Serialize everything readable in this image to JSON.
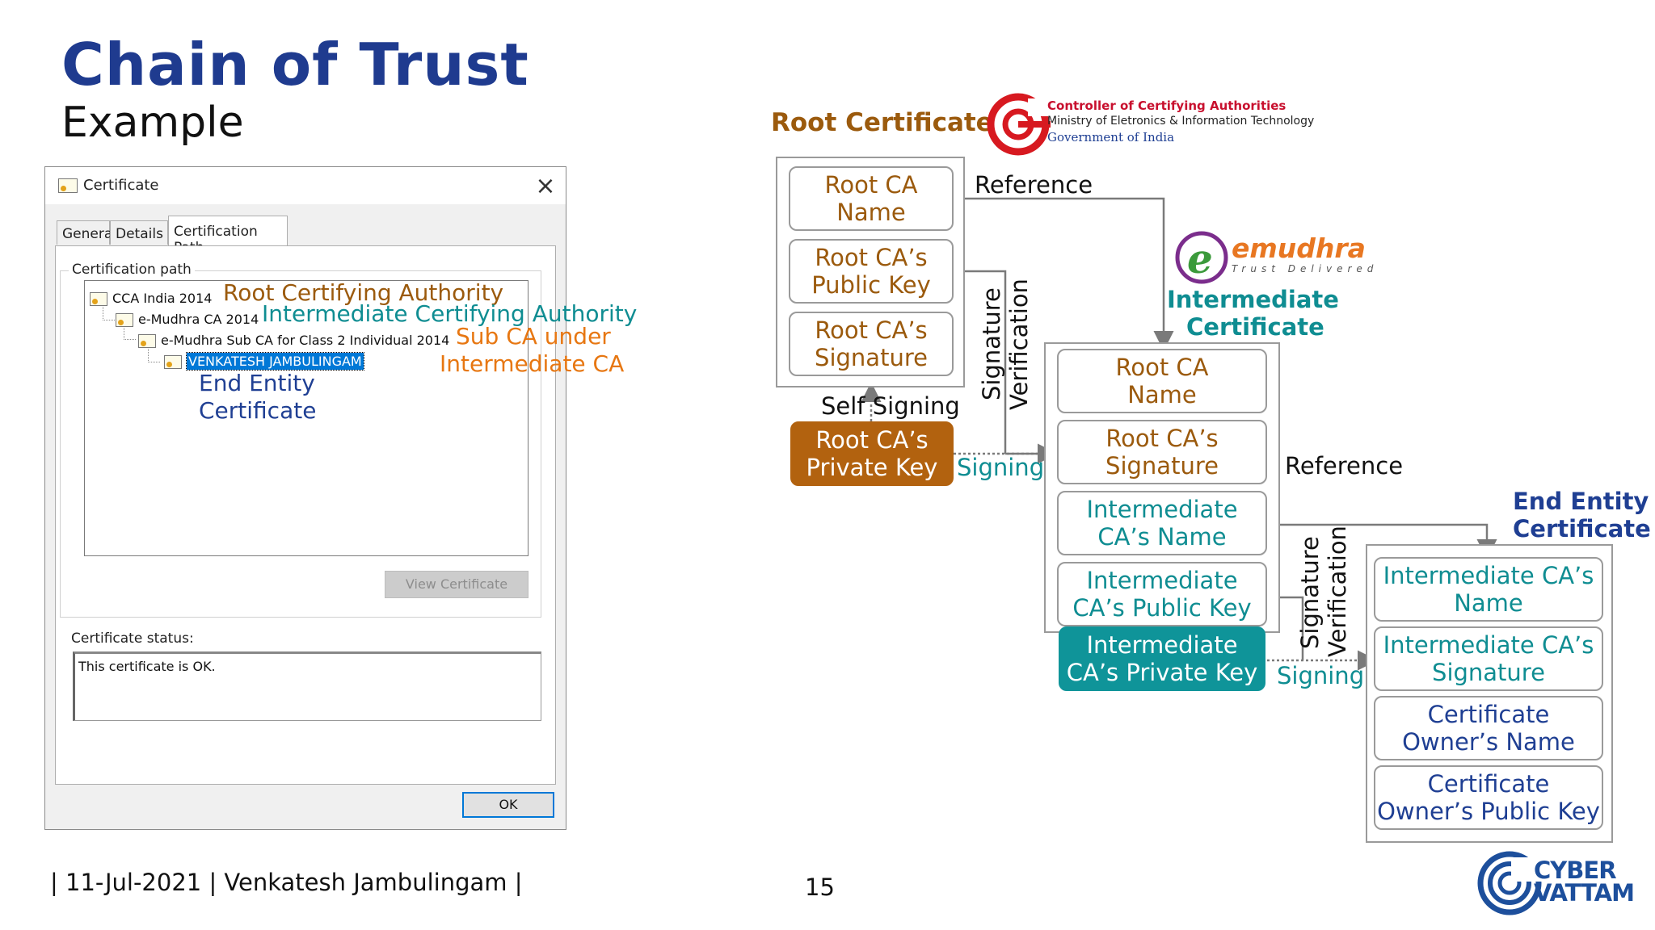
{
  "title": "Chain of Trust",
  "subtitle": "Example",
  "cert_dialog": {
    "title": "Certificate",
    "tabs": [
      "General",
      "Details",
      "Certification Path"
    ],
    "path_label": "Certification path",
    "tree": [
      {
        "label": "CCA India 2014",
        "annotation": "Root Certifying Authority"
      },
      {
        "label": "e-Mudhra CA 2014",
        "annotation": "Intermediate Certifying Authority"
      },
      {
        "label": "e-Mudhra Sub CA for Class 2 Individual 2014",
        "annotation_lines": [
          "Sub CA under",
          "Intermediate CA"
        ]
      },
      {
        "label": "VENKATESH JAMBULINGAM",
        "annotation_lines": [
          "End Entity",
          "Certificate"
        ]
      }
    ],
    "view_button": "View Certificate",
    "status_label": "Certificate status:",
    "status_text": "This certificate is OK.",
    "ok_button": "OK"
  },
  "footer": {
    "left": "| 11-Jul-2021 | Venkatesh Jambulingam |",
    "page": "15",
    "logo_line1": "CYBER",
    "logo_line2": "VATTAM"
  },
  "diagram": {
    "root": {
      "heading": "Root Certificate",
      "fields": [
        [
          "Root CA",
          "Name"
        ],
        [
          "Root CA’s",
          "Public Key"
        ],
        [
          "Root CA’s",
          "Signature"
        ]
      ],
      "private_key": [
        "Root CA’s",
        "Private Key"
      ],
      "self_signing": "Self Signing",
      "sig_verify": [
        "Signature",
        "Verification"
      ],
      "signing": "Signing"
    },
    "cca_logo": {
      "line1": "Controller of Certifying Authorities",
      "line2": "Ministry of Eletronics & Information Technology",
      "line3": "Government of India"
    },
    "emudhra_logo": {
      "name": "emudhra",
      "tagline": "Trust Delivered"
    },
    "intermediate": {
      "heading": [
        "Intermediate",
        "Certificate"
      ],
      "fields": [
        [
          "Root CA",
          "Name"
        ],
        [
          "Root CA’s",
          "Signature"
        ],
        [
          "Intermediate",
          "CA’s Name"
        ],
        [
          "Intermediate",
          "CA’s Public Key"
        ]
      ],
      "private_key": [
        "Intermediate",
        "CA’s Private Key"
      ],
      "sig_verify": [
        "Signature",
        "Verification"
      ],
      "signing": "Signing"
    },
    "end_entity": {
      "heading": [
        "End Entity",
        "Certificate"
      ],
      "fields": [
        [
          "Intermediate CA’s",
          "Name"
        ],
        [
          "Intermediate CA’s",
          "Signature"
        ],
        [
          "Certificate",
          "Owner’s Name"
        ],
        [
          "Certificate",
          "Owner’s Public Key"
        ]
      ]
    },
    "reference1": "Reference",
    "reference2": "Reference"
  },
  "colors": {
    "title_blue": "#1f3b8f",
    "root_brown": "#9b5a0d",
    "root_key": "#b2620f",
    "teal": "#0f8d92",
    "end_entity_blue": "#1f3f93",
    "orange": "#e77712",
    "cca_red": "#d71920"
  }
}
